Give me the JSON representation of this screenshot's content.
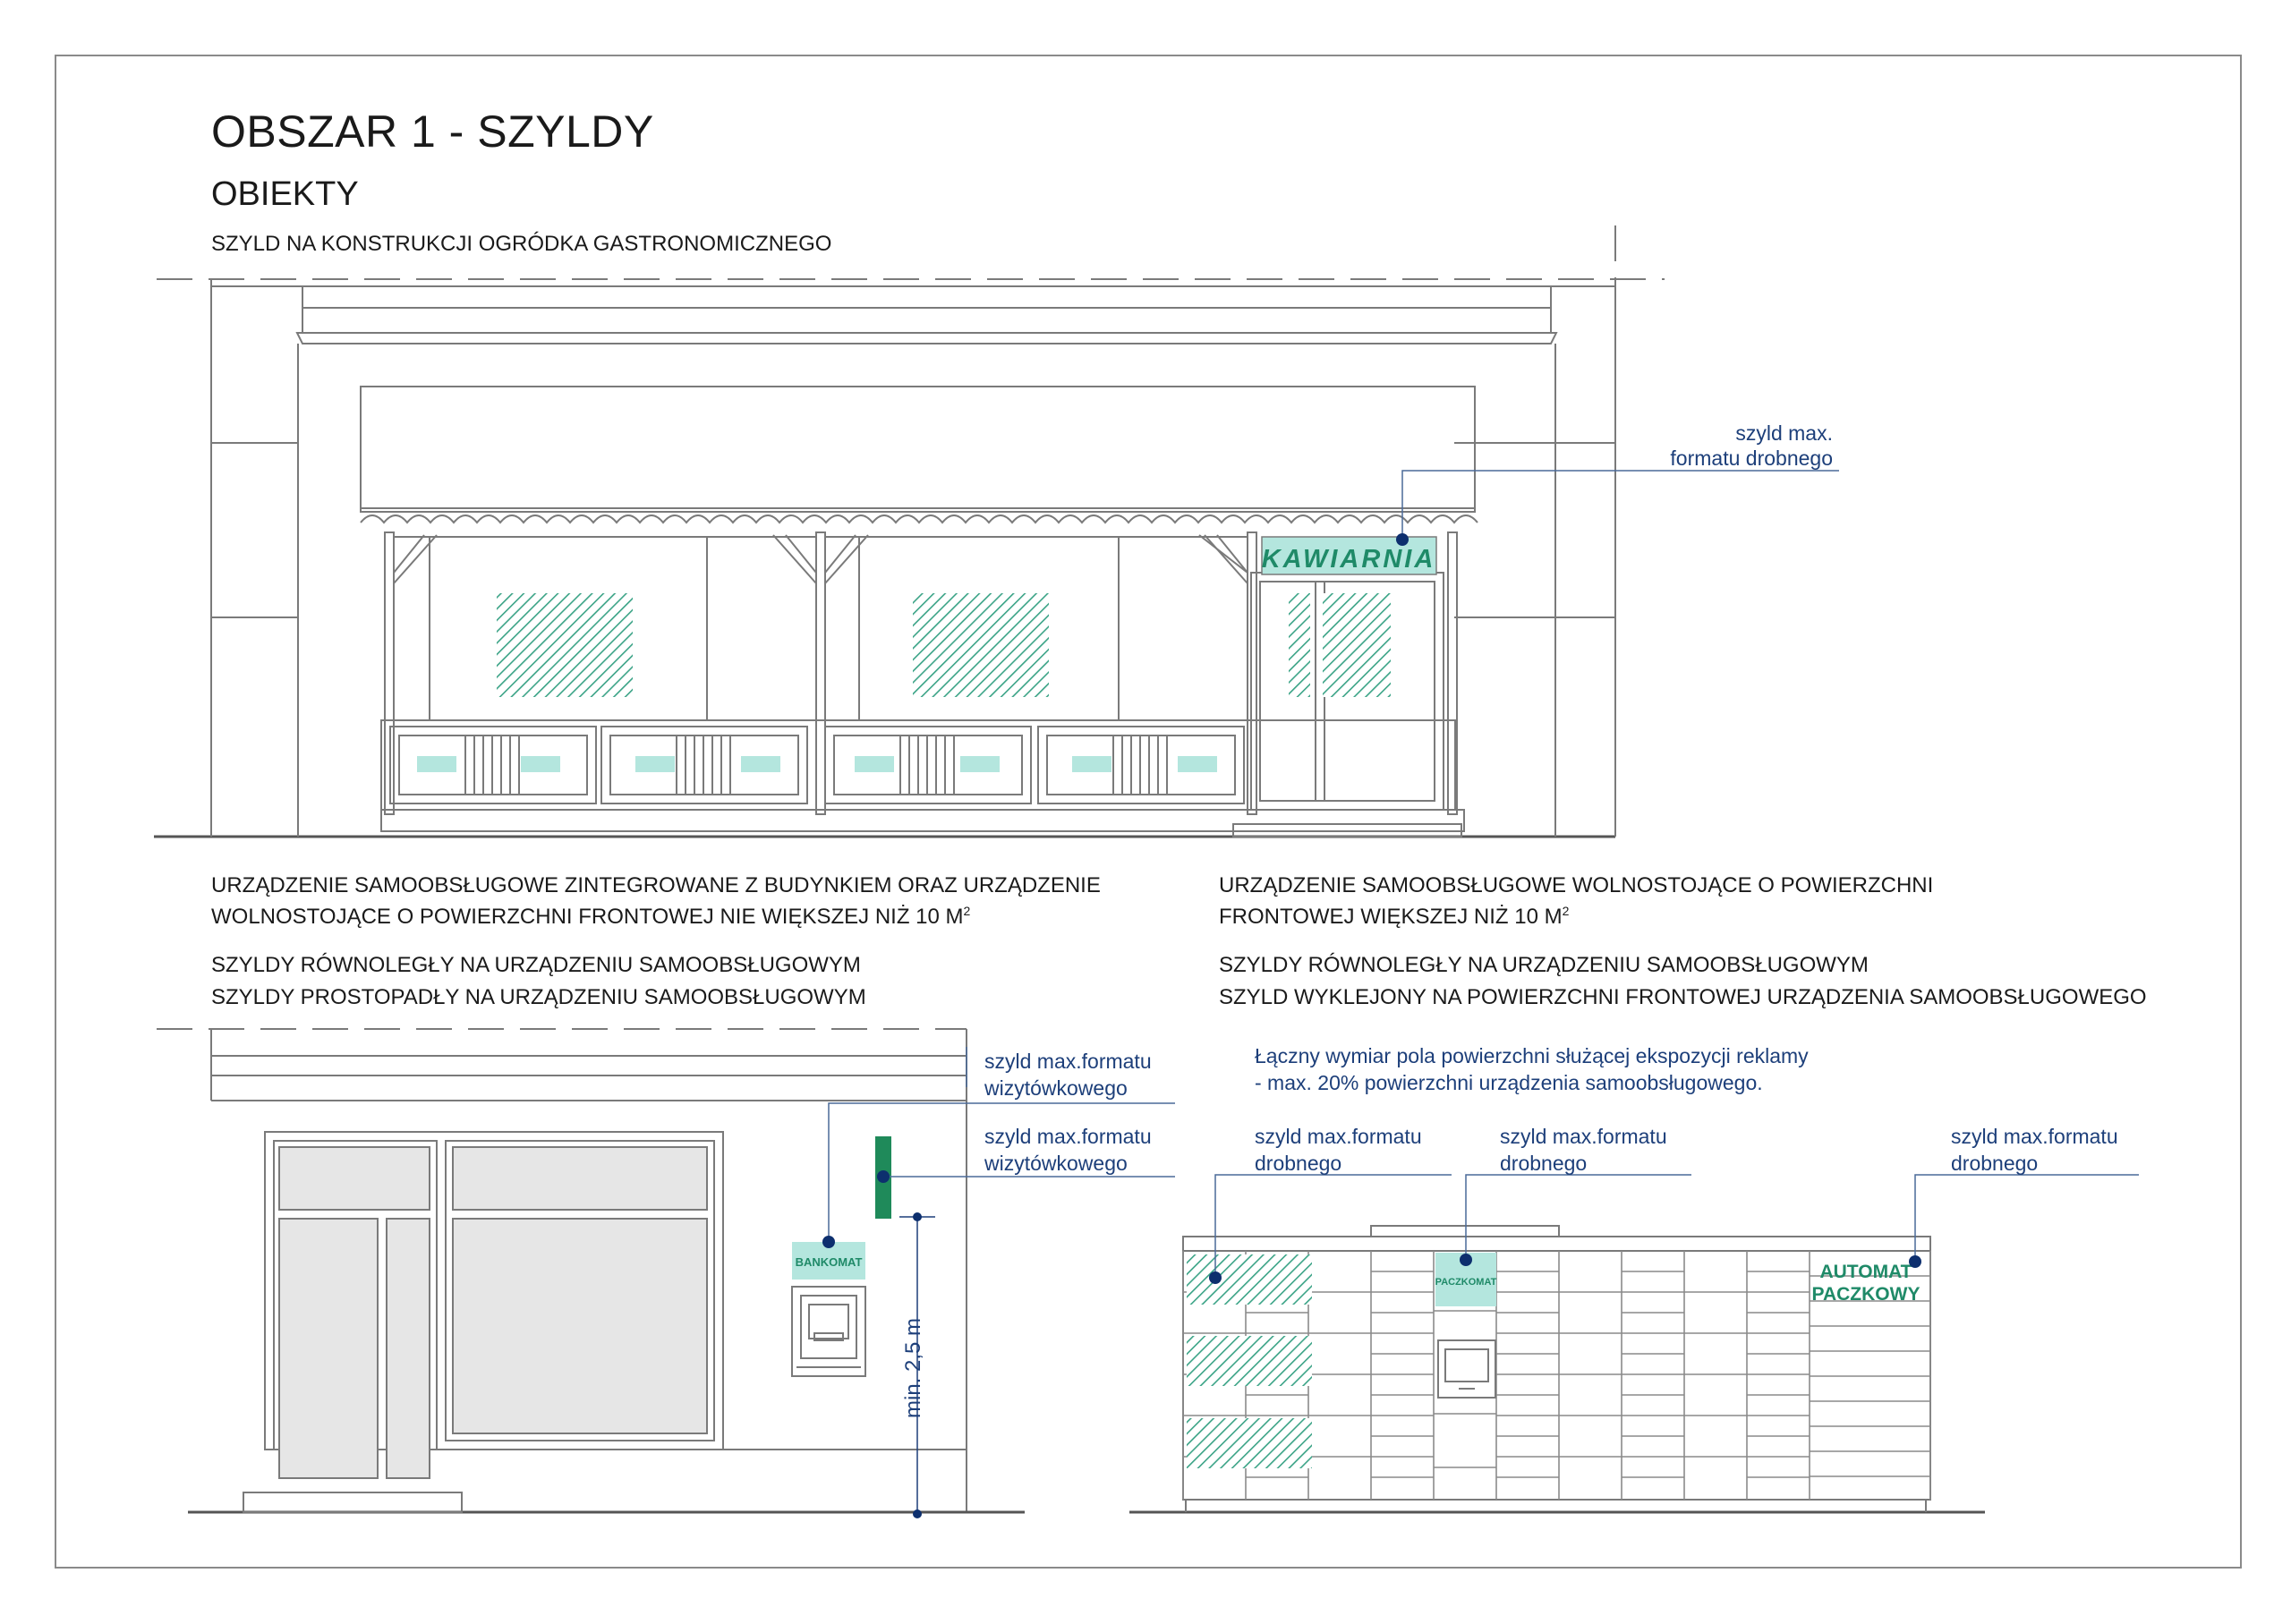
{
  "title": "OBSZAR 1 - SZYLDY",
  "subtitle": "OBIEKTY",
  "section_top": {
    "caption": "SZYLD NA KONSTRUKCJI OGRÓDKA GASTRONOMICZNEGO",
    "sign_text": "KAWIARNIA",
    "note_line1": "szyld max.",
    "note_line2": "formatu drobnego"
  },
  "section_left": {
    "caption_line1": "URZĄDZENIE SAMOOBSŁUGOWE ZINTEGROWANE Z BUDYNKIEM ORAZ URZĄDZENIE",
    "caption_line2": "WOLNOSTOJĄCE O POWIERZCHNI FRONTOWEJ NIE WIĘKSZEJ NIŻ 10 M",
    "caption_sup": "2",
    "sub_line1": "SZYLDY RÓWNOLEGŁY NA URZĄDZENIU SAMOOBSŁUGOWYM",
    "sub_line2": "SZYLDY PROSTOPADŁY NA URZĄDZENIU SAMOOBSŁUGOWYM",
    "note1_line1": "szyld max.formatu",
    "note1_line2": "wizytówkowego",
    "note2_line1": "szyld max.formatu",
    "note2_line2": "wizytówkowego",
    "sign_text": "BANKOMAT",
    "dimension": "min. 2,5 m"
  },
  "section_right": {
    "caption_line1": "URZĄDZENIE SAMOOBSŁUGOWE WOLNOSTOJĄCE O POWIERZCHNI",
    "caption_line2": "FRONTOWEJ WIĘKSZEJ NIŻ 10 M",
    "caption_sup": "2",
    "sub_line1": "SZYLDY RÓWNOLEGŁY NA URZĄDZENIU SAMOOBSŁUGOWYM",
    "sub_line2": "SZYLD WYKLEJONY NA POWIERZCHNI FRONTOWEJ URZĄDZENIA SAMOOBSŁUGOWEGO",
    "info_line1": "Łączny wymiar pola powierzchni służącej ekspozycji reklamy",
    "info_line2": "- max. 20% powierzchni urządzenia samoobsługowego.",
    "note1_line1": "szyld max.formatu",
    "note1_line2": "drobnego",
    "note2_line1": "szyld max.formatu",
    "note2_line2": "drobnego",
    "note3_line1": "szyld max.formatu",
    "note3_line2": "drobnego",
    "sign_small": "PACZKOMAT",
    "sign_big_line1": "AUTOMAT",
    "sign_big_line2": "PACZKOWY"
  },
  "colors": {
    "line": "#6e6e6e",
    "note_blue": "#1d3f7a",
    "dot": "#0d2f6e",
    "sign_fill": "#b4e6de",
    "sign_text": "#1f8a68",
    "hatch": "#3aa386",
    "green_bar": "#1f8a5a"
  }
}
